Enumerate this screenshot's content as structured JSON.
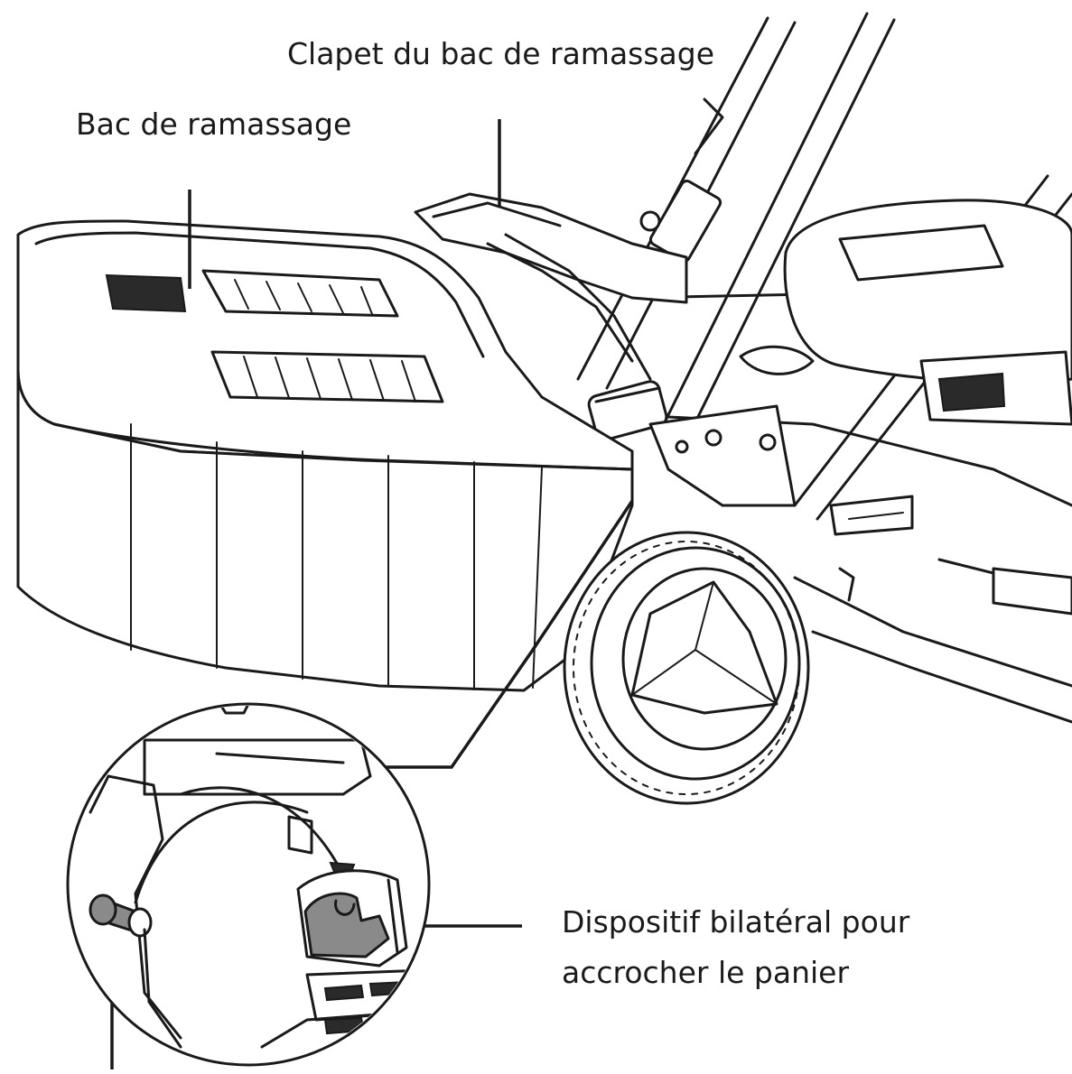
{
  "labels": {
    "grass_bag_flap": "Clapet du bac de ramassage",
    "grass_bag": "Bac de ramassage",
    "hook_device_line1": "Dispositif bilatéral pour",
    "hook_device_line2": "accrocher le panier"
  }
}
